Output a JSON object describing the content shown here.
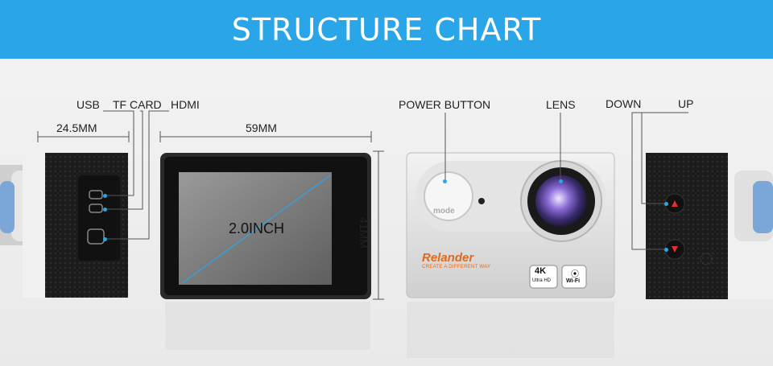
{
  "banner": {
    "title": "STRUCTURE CHART",
    "color": "#2aa6e8"
  },
  "labels": {
    "usb": "USB",
    "tf_card": "TF CARD",
    "hdmi": "HDMI",
    "width_side": "24.5MM",
    "width_front": "59MM",
    "height": "41MM",
    "screen_size": "2.0INCH",
    "power_button": "POWER BUTTON",
    "lens": "LENS",
    "down": "DOWN",
    "up": "UP"
  },
  "camera": {
    "brand": "Relander",
    "slogan": "CREATE A DIFFERENT WAY",
    "mode_button": "mode",
    "badge_4k": "4K",
    "badge_4k_sub": "Ultra HD",
    "badge_wifi": "Wi-Fi",
    "brand_color": "#e06a1c"
  }
}
